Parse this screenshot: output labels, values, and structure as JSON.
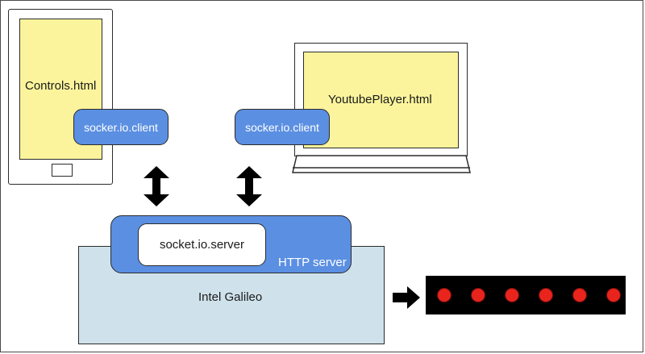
{
  "controls": {
    "page_label": "Controls.html",
    "client_label": "socker.io.client"
  },
  "player": {
    "page_label": "YoutubePlayer.html",
    "client_label": "socker.io.client"
  },
  "server": {
    "socket_label": "socket.io.server",
    "http_label": "HTTP server",
    "board_label": "Intel Galileo"
  },
  "led_strip": {
    "led_count": 6,
    "strip_color": "#000000",
    "led_color": "#e8241d"
  },
  "icons": [
    "phone-icon",
    "laptop-icon",
    "bidirectional-arrow-icon",
    "right-arrow-icon",
    "led-icon"
  ],
  "colors": {
    "screen_yellow": "#fbf49c",
    "client_blue": "#5b8fe2",
    "board_blue": "#cfe2ec"
  }
}
